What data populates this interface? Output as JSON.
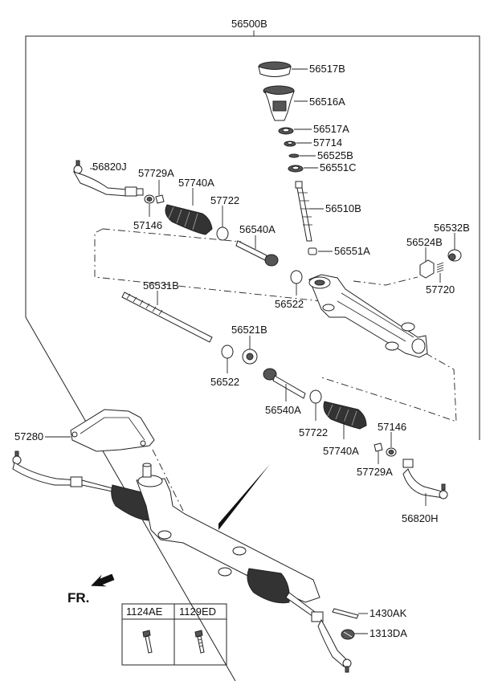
{
  "assembly_label": "56500B",
  "callouts": {
    "p56517B": "56517B",
    "p56516A": "56516A",
    "p56517A": "56517A",
    "p57714": "57714",
    "p56525B": "56525B",
    "p56551C": "56551C",
    "p56820J": "56820J",
    "p57729A_left": "57729A",
    "p57740A_left": "57740A",
    "p57722_left": "57722",
    "p56510B": "56510B",
    "p57146_left": "57146",
    "p56540A_top": "56540A",
    "p56532B": "56532B",
    "p56524B": "56524B",
    "p56551A": "56551A",
    "p57720": "57720",
    "p56522_upper": "56522",
    "p56531B": "56531B",
    "p56521B": "56521B",
    "p56522_lower": "56522",
    "p56540A_bottom": "56540A",
    "p57146_right": "57146",
    "p57722_right": "57722",
    "p57740A_right": "57740A",
    "p57729A_right": "57729A",
    "p56820H": "56820H",
    "p57280": "57280",
    "p1430AK": "1430AK",
    "p1313DA": "1313DA"
  },
  "direction_label": "FR.",
  "fastener_table": {
    "headers": [
      "1124AE",
      "1129ED"
    ]
  }
}
